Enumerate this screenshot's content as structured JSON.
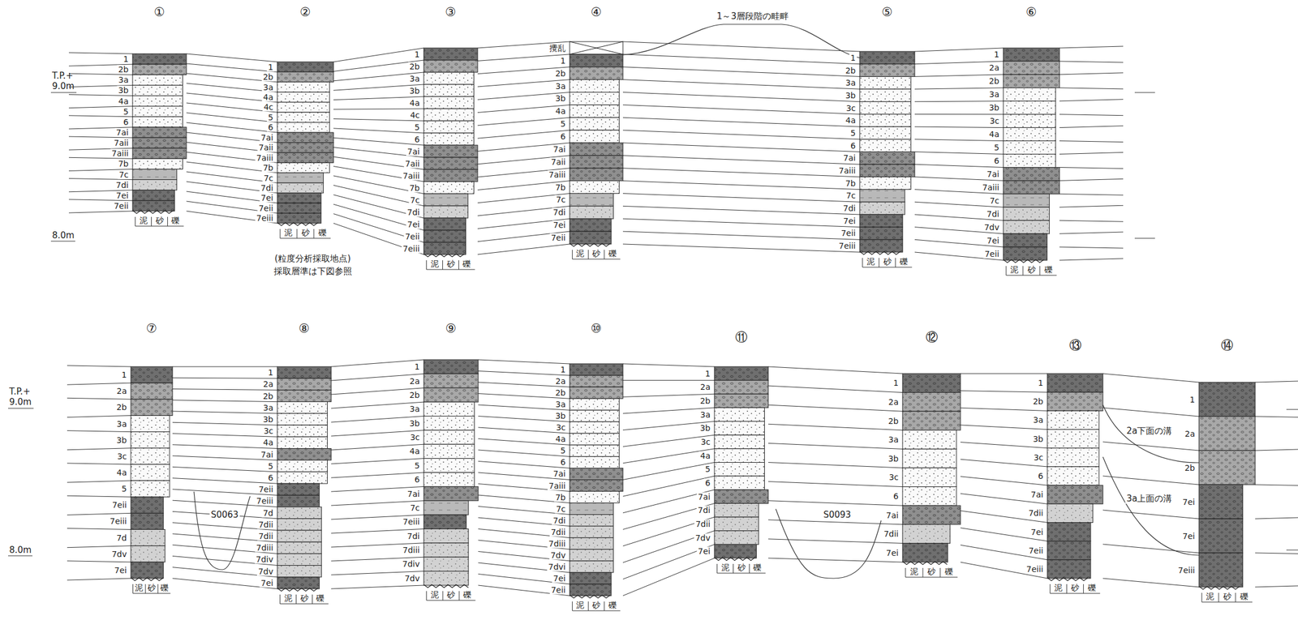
{
  "diagram": {
    "nodes": [
      {
        "text": [
          "①"
        ]
      },
      {
        "text": [
          "②"
        ]
      },
      {
        "text": [
          "③"
        ]
      },
      {
        "text": [
          "④"
        ]
      },
      {
        "text": [
          "⑤"
        ]
      },
      {
        "text": [
          "⑥"
        ]
      },
      {
        "text": [
          "⑦"
        ]
      },
      {
        "text": [
          "⑧"
        ]
      },
      {
        "text": [
          "⑨"
        ]
      },
      {
        "text": [
          "⑩"
        ]
      },
      {
        "text": [
          "⑪"
        ]
      },
      {
        "text": [
          "⑫"
        ]
      },
      {
        "text": [
          "⑬"
        ]
      },
      {
        "text": [
          "⑭"
        ]
      }
    ],
    "labels": [
      "1",
      "2b",
      "3a",
      "3b",
      "4a",
      "5",
      "6",
      "7ai",
      "7aii",
      "7aiii",
      "7b",
      "7c",
      "7di",
      "7ei",
      "7eii",
      "泥",
      "砂",
      "礫",
      "1",
      "2b",
      "3a",
      "4a",
      "4c",
      "5",
      "6",
      "7ai",
      "7aii",
      "7aiii",
      "7b",
      "7c",
      "7di",
      "7ei",
      "7eii",
      "7eiii",
      "泥",
      "砂",
      "礫",
      "1",
      "2b",
      "3a",
      "3b",
      "4a",
      "4c",
      "5",
      "6",
      "7ai",
      "7aii",
      "7aiii",
      "7b",
      "7c",
      "7di",
      "7ei",
      "7eii",
      "7eiii",
      "泥",
      "砂",
      "礫",
      "攪乱",
      "1",
      "2b",
      "3a",
      "3b",
      "4a",
      "5",
      "6",
      "7ai",
      "7aii",
      "7aiii",
      "7b",
      "7c",
      "7di",
      "7ei",
      "7eii",
      "泥",
      "砂",
      "礫",
      "1",
      "2b",
      "3a",
      "3b",
      "3c",
      "4a",
      "5",
      "6",
      "7ai",
      "7aiii",
      "7b",
      "7c",
      "7di",
      "7ei",
      "7eii",
      "7eiii",
      "泥",
      "砂",
      "礫",
      "1",
      "2a",
      "2b",
      "3a",
      "3b",
      "3c",
      "4a",
      "5",
      "6",
      "7ai",
      "7aiii",
      "7c",
      "7di",
      "7dv",
      "7ei",
      "7eii",
      "泥",
      "砂",
      "礫",
      "1",
      "2a",
      "2b",
      "3a",
      "3b",
      "3c",
      "4a",
      "5",
      "7eii",
      "7eiii",
      "7d",
      "7dv",
      "7ei",
      "泥",
      "砂",
      "礫",
      "1",
      "2a",
      "2b",
      "3a",
      "3b",
      "3c",
      "4a",
      "7ai",
      "5",
      "6",
      "7eii",
      "7eiii",
      "7d",
      "7dii",
      "7dii",
      "7diii",
      "7div",
      "7dv",
      "7ei",
      "泥",
      "砂",
      "礫",
      "1",
      "2a",
      "2b",
      "3a",
      "3b",
      "3c",
      "4a",
      "5",
      "6",
      "7ai",
      "7c",
      "7eiii",
      "7di",
      "7diii",
      "7div",
      "7dv",
      "泥",
      "砂",
      "礫",
      "1",
      "2a",
      "2b",
      "3a",
      "3b",
      "3c",
      "4a",
      "5",
      "6",
      "7ai",
      "7aiii",
      "7b",
      "7c",
      "7di",
      "7dii",
      "7diii",
      "7dv",
      "7dvi",
      "7ei",
      "7eii",
      "泥",
      "砂",
      "礫",
      "1",
      "2a",
      "2b",
      "3a",
      "3b",
      "3c",
      "4a",
      "5",
      "6",
      "7ai",
      "7di",
      "7dii",
      "7dv",
      "7ei",
      "泥",
      "砂",
      "礫",
      "1",
      "2a",
      "2b",
      "3a",
      "3b",
      "3c",
      "6",
      "7ai",
      "7dii",
      "7ei",
      "泥",
      "砂",
      "礫",
      "1",
      "2b",
      "3a",
      "3b",
      "3c",
      "6",
      "7ai",
      "7dii",
      "7ei",
      "7eii",
      "7eiii",
      "泥",
      "砂",
      "礫",
      "1",
      "2a",
      "2b",
      "7ei",
      "7ei",
      "7eiii",
      "泥",
      "砂",
      "礫",
      "T.P.+ 9.0m",
      "8.0m",
      "T.P.+ 9.0m",
      "8.0m",
      "1～3層段階の畦畔",
      "(粒度分析採取地点)",
      "採取層準は下図参照",
      "S0063",
      "S0093",
      "2a下面の溝",
      "3a上面の溝"
    ]
  }
}
